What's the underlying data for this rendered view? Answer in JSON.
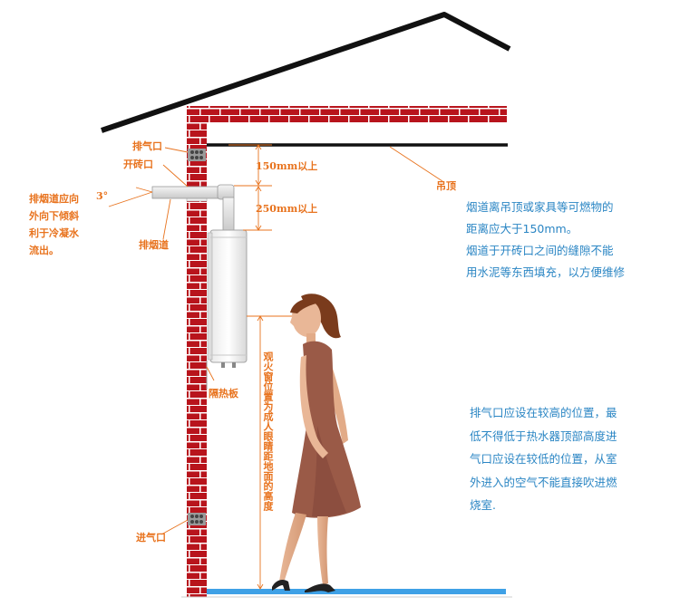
{
  "labels": {
    "exhaust_port": "排气口",
    "brick_opening": "开砖口",
    "slope_note_lines": [
      "排烟道应向",
      "外向下倾斜",
      "利于冷凝水",
      "流出。"
    ],
    "slope_angle": "3°",
    "flue_pipe": "排烟道",
    "dist_ceiling": "150mm以上",
    "dist_heater": "250mm以上",
    "ceiling": "吊顶",
    "heat_shield": "隔热板",
    "intake_port": "进气口",
    "window_height_vertical": "观火窗位置为成人眼睛距地面的高度"
  },
  "notes": {
    "flue_clearance": [
      "烟道离吊顶或家具等可燃物的",
      "距离应大于150mm。",
      "烟道于开砖口之间的缝隙不能",
      "用水泥等东西填充，以方便维修"
    ],
    "vent_positions": [
      "排气口应设在较高的位置，最",
      "低不得低于热水器顶部高度进",
      "气口应设在较低的位置，从室",
      "外进入的空气不能直接吹进燃",
      "烧室."
    ]
  },
  "colors": {
    "brick": "#b8141c",
    "mortar": "#ffffff",
    "annotation": "#e8731e",
    "note_text": "#2b86c4",
    "floor": "#3fa1e6",
    "roof": "#111111"
  },
  "icons": {
    "exhaust_vent": "vent-grille-icon",
    "intake_vent": "vent-grille-icon",
    "water_heater": "water-heater-icon",
    "woman": "woman-figure-icon"
  }
}
